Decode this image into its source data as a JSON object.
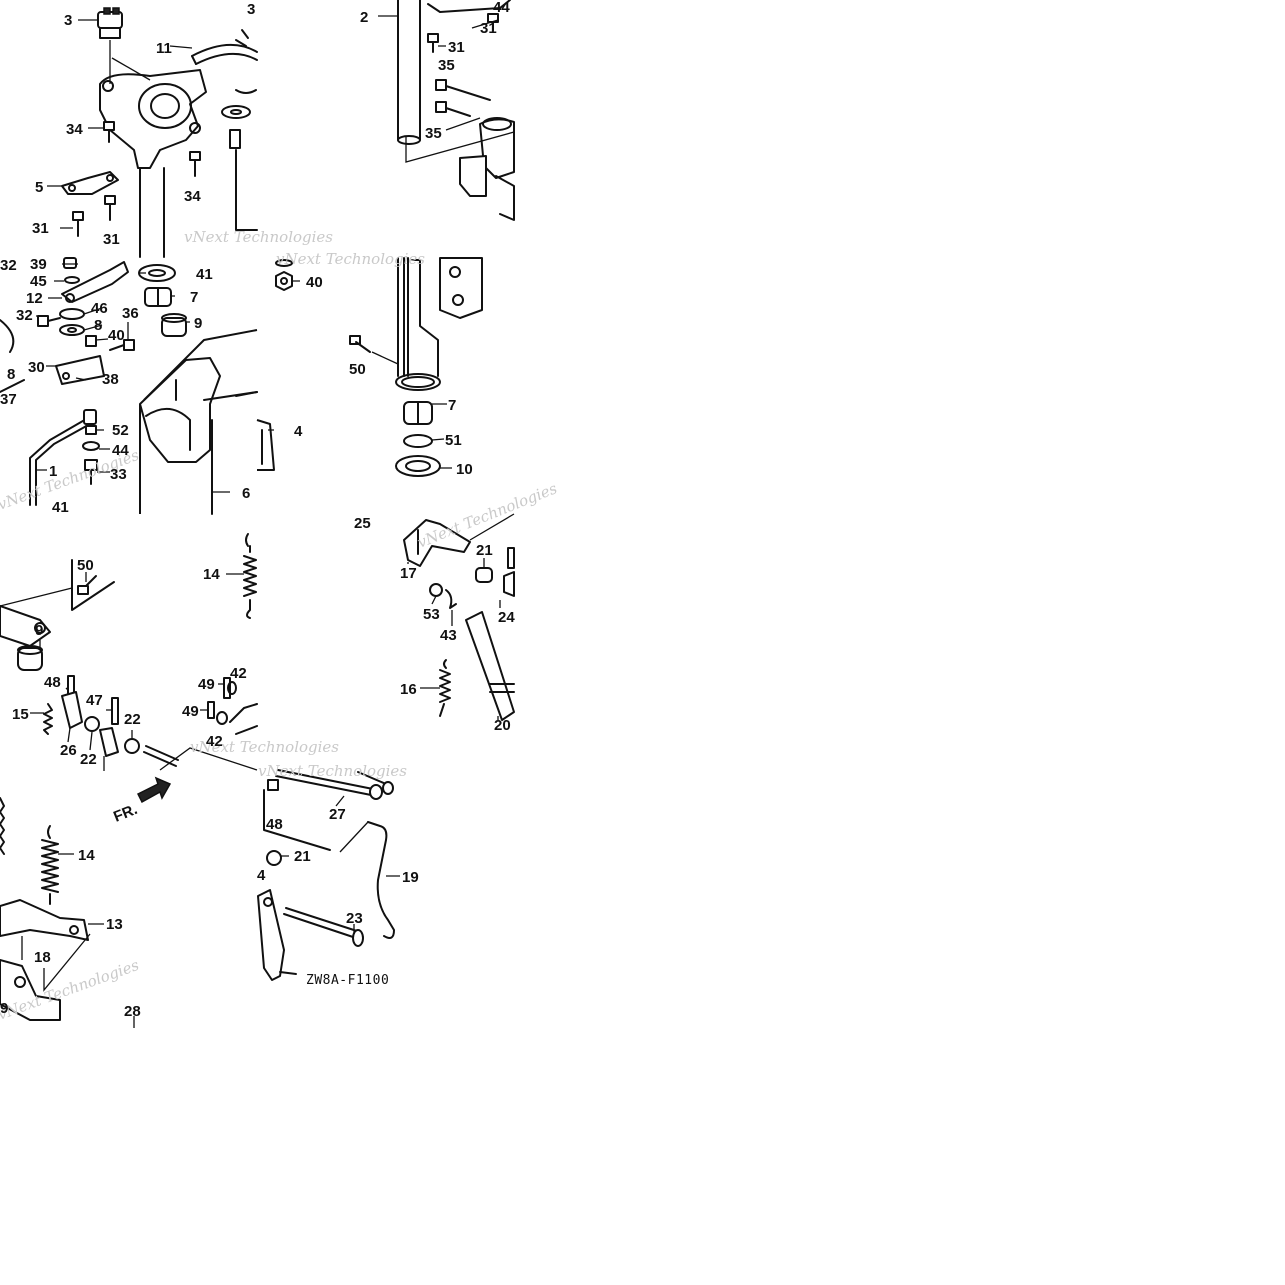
{
  "diagram": {
    "drawing_code": "ZW8A-F1100",
    "direction_label": "FR.",
    "watermark": "vNext Technologies",
    "callouts": [
      {
        "id": "c3a",
        "text": "3"
      },
      {
        "id": "c3b",
        "text": "3"
      },
      {
        "id": "c11",
        "text": "11"
      },
      {
        "id": "c34a",
        "text": "34"
      },
      {
        "id": "c34b",
        "text": "34"
      },
      {
        "id": "c5",
        "text": "5"
      },
      {
        "id": "c31a",
        "text": "31"
      },
      {
        "id": "c31b",
        "text": "31"
      },
      {
        "id": "c2",
        "text": "2"
      },
      {
        "id": "c44top",
        "text": "44"
      },
      {
        "id": "c31c",
        "text": "31"
      },
      {
        "id": "c31d",
        "text": "31"
      },
      {
        "id": "c35a",
        "text": "35"
      },
      {
        "id": "c35b",
        "text": "35"
      },
      {
        "id": "c32a",
        "text": "32"
      },
      {
        "id": "c39",
        "text": "39"
      },
      {
        "id": "c45",
        "text": "45"
      },
      {
        "id": "c12",
        "text": "12"
      },
      {
        "id": "c32b",
        "text": "32"
      },
      {
        "id": "c36",
        "text": "36"
      },
      {
        "id": "c46",
        "text": "46"
      },
      {
        "id": "c8a",
        "text": "8"
      },
      {
        "id": "c40a",
        "text": "40"
      },
      {
        "id": "c30",
        "text": "30"
      },
      {
        "id": "c8b",
        "text": "8"
      },
      {
        "id": "c38",
        "text": "38"
      },
      {
        "id": "c37",
        "text": "37"
      },
      {
        "id": "c41a",
        "text": "41"
      },
      {
        "id": "c7a",
        "text": "7"
      },
      {
        "id": "c9a",
        "text": "9"
      },
      {
        "id": "c52",
        "text": "52"
      },
      {
        "id": "c44",
        "text": "44"
      },
      {
        "id": "c33",
        "text": "33"
      },
      {
        "id": "c1",
        "text": "1"
      },
      {
        "id": "c41b",
        "text": "41"
      },
      {
        "id": "c4",
        "text": "4"
      },
      {
        "id": "c6",
        "text": "6"
      },
      {
        "id": "c40b",
        "text": "40"
      },
      {
        "id": "c50a",
        "text": "50"
      },
      {
        "id": "c7b",
        "text": "7"
      },
      {
        "id": "c51",
        "text": "51"
      },
      {
        "id": "c10",
        "text": "10"
      },
      {
        "id": "c50b",
        "text": "50"
      },
      {
        "id": "c9b",
        "text": "9"
      },
      {
        "id": "c14a",
        "text": "14"
      },
      {
        "id": "c48a",
        "text": "48"
      },
      {
        "id": "c47",
        "text": "47"
      },
      {
        "id": "c15",
        "text": "15"
      },
      {
        "id": "c26",
        "text": "26"
      },
      {
        "id": "c22a",
        "text": "22"
      },
      {
        "id": "c22b",
        "text": "22"
      },
      {
        "id": "c49a",
        "text": "49"
      },
      {
        "id": "c42a",
        "text": "42"
      },
      {
        "id": "c49b",
        "text": "49"
      },
      {
        "id": "c42b",
        "text": "42"
      },
      {
        "id": "c25",
        "text": "25"
      },
      {
        "id": "c17",
        "text": "17"
      },
      {
        "id": "c21a",
        "text": "21"
      },
      {
        "id": "c24",
        "text": "24"
      },
      {
        "id": "c53",
        "text": "53"
      },
      {
        "id": "c43",
        "text": "43"
      },
      {
        "id": "c16",
        "text": "16"
      },
      {
        "id": "c20",
        "text": "20"
      },
      {
        "id": "c14b",
        "text": "14"
      },
      {
        "id": "c13",
        "text": "13"
      },
      {
        "id": "c18",
        "text": "18"
      },
      {
        "id": "c9c",
        "text": "9"
      },
      {
        "id": "c28",
        "text": "28"
      },
      {
        "id": "c48b",
        "text": "48"
      },
      {
        "id": "c27",
        "text": "27"
      },
      {
        "id": "c21b",
        "text": "21"
      },
      {
        "id": "c19",
        "text": "19"
      },
      {
        "id": "c23",
        "text": "23"
      },
      {
        "id": "c4b",
        "text": "4"
      }
    ]
  }
}
